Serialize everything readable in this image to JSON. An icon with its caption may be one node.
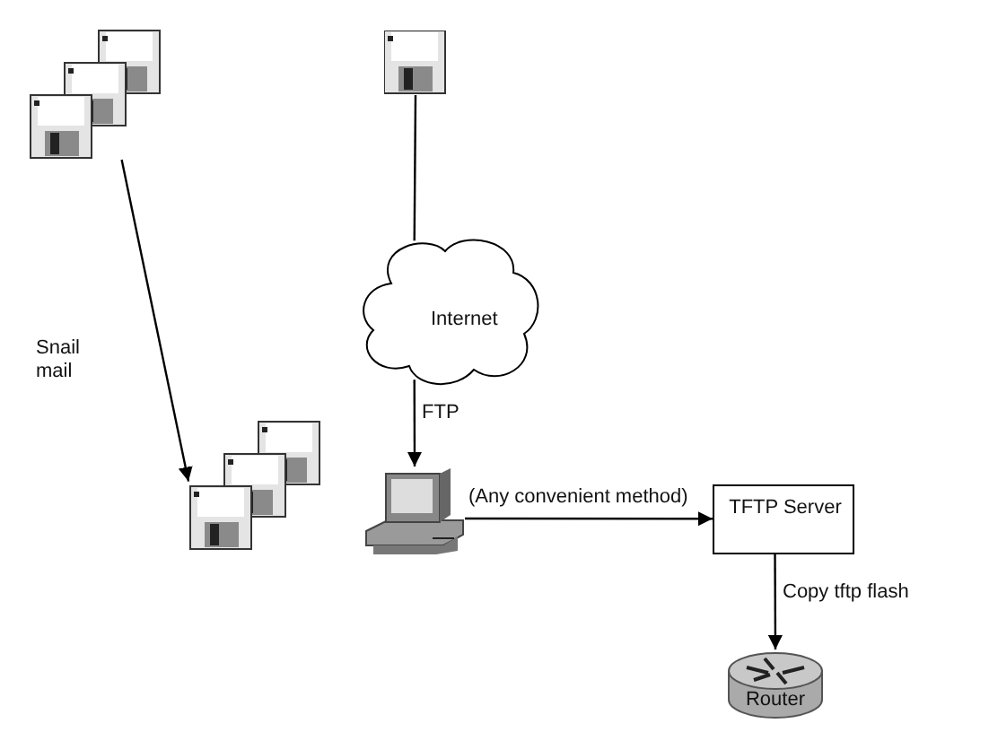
{
  "diagram": {
    "nodes": [
      {
        "text": [],
        "shape": "disk"
      },
      {
        "text": [],
        "shape": "disk"
      },
      {
        "text": [
          "Internet"
        ]
      },
      {
        "text": [],
        "shape": "disk"
      },
      {
        "text": [],
        "shape": "computer"
      },
      {
        "text": [
          "TFTP Server"
        ]
      },
      {
        "text": [
          "Router"
        ]
      }
    ],
    "edges": [
      {
        "from": 0,
        "to": 3,
        "arrow": "to",
        "label": "Snail mail"
      },
      {
        "from": 1,
        "to": 2,
        "arrow": "none"
      },
      {
        "from": 2,
        "to": 4,
        "arrow": "to",
        "label": "FTP"
      },
      {
        "from": 4,
        "to": 5,
        "arrow": "to",
        "label": "(Any convenient method)"
      },
      {
        "from": 5,
        "to": 6,
        "arrow": "to",
        "label": "Copy tftp flash"
      }
    ]
  }
}
